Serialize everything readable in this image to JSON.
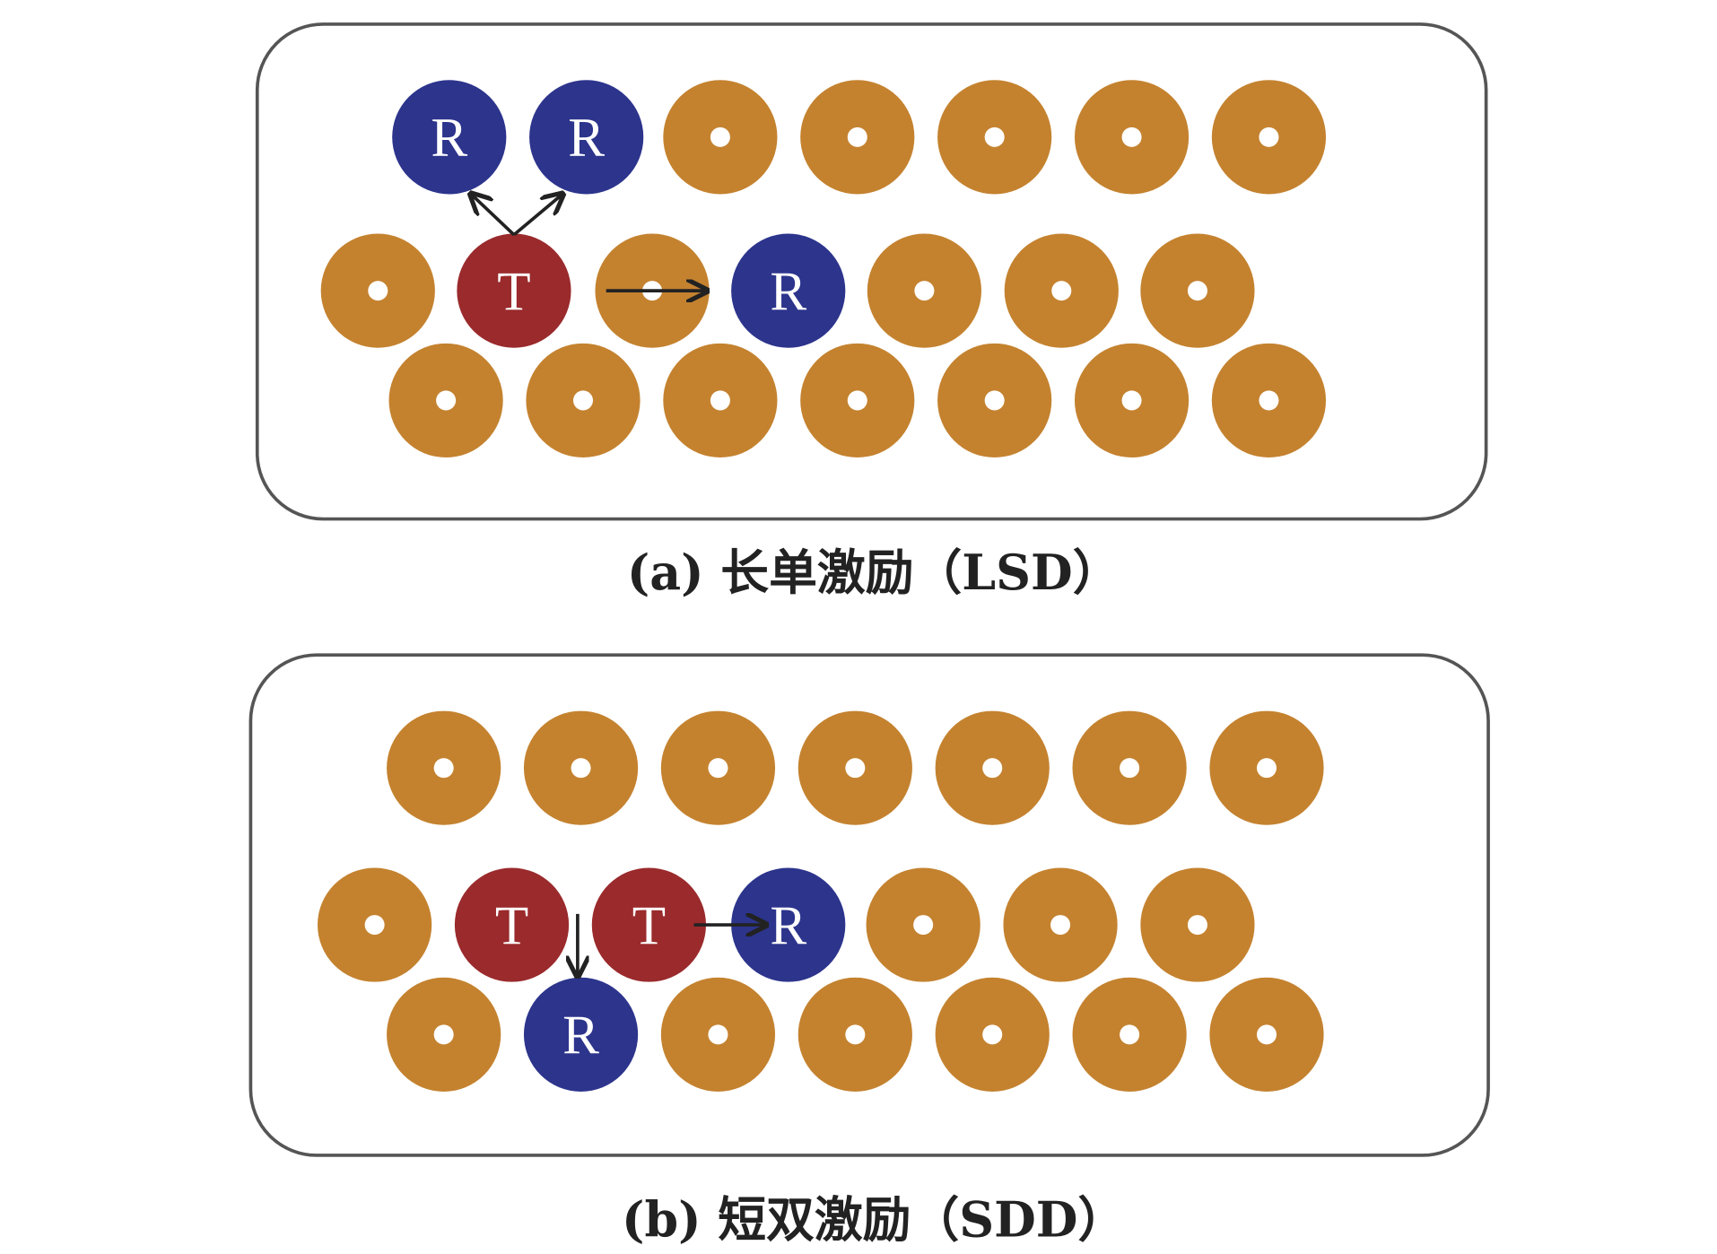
{
  "colors": {
    "node": "#C4822F",
    "receiver": "#2C348C",
    "transmitter": "#9A2A2C",
    "border": "#555555"
  },
  "panels": [
    {
      "caption": "(a) 长单激励（LSD）",
      "rows": [
        [
          "R",
          "R",
          "o",
          "o",
          "o",
          "o",
          "o"
        ],
        [
          "o",
          "T",
          "o",
          "R",
          "o",
          "o",
          "o"
        ],
        [
          "o",
          "o",
          "o",
          "o",
          "o",
          "o",
          "o"
        ]
      ]
    },
    {
      "caption": "(b) 短双激励（SDD）",
      "rows": [
        [
          "o",
          "o",
          "o",
          "o",
          "o",
          "o",
          "o"
        ],
        [
          "o",
          "T",
          "T",
          "R",
          "o",
          "o",
          "o"
        ],
        [
          "o",
          "R",
          "o",
          "o",
          "o",
          "o",
          "o"
        ]
      ]
    }
  ]
}
